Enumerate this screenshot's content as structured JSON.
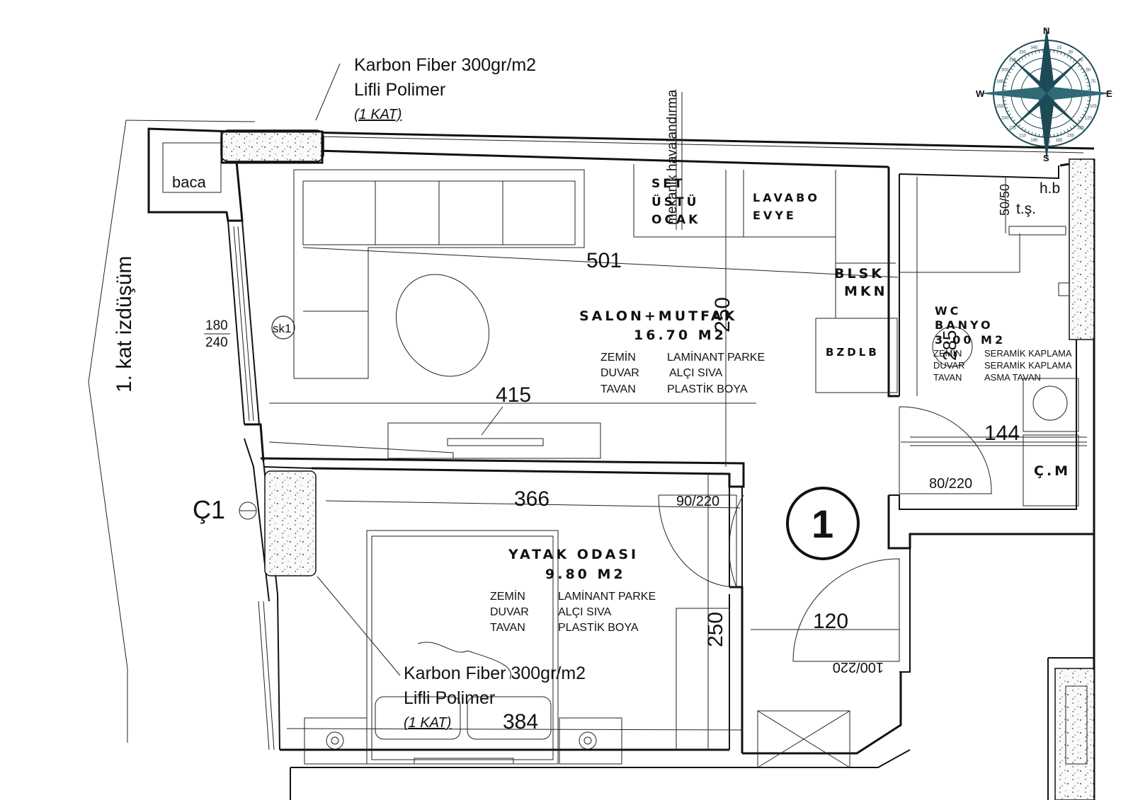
{
  "annotations": {
    "carbon_top_line1": "Karbon Fiber 300gr/m2",
    "carbon_top_line2": "Lifli Polimer",
    "carbon_top_line3": "(1 KAT)",
    "carbon_bottom_line1": "Karbon Fiber 300gr/m2",
    "carbon_bottom_line2": "Lifli Polimer",
    "carbon_bottom_line3": "(1 KAT)",
    "projection": "1. kat izdüşüm",
    "chimney": "baca",
    "ventilation": "mekanik havalandırma",
    "column_label": "Ç1",
    "column_tag": "sk1",
    "unit_number": "1"
  },
  "fixtures": {
    "hob_line1": "SET",
    "hob_line2": "ÜSTÜ",
    "hob_line3": "OCAK",
    "sink_line1": "LAVABO",
    "sink_line2": "EVYE",
    "dishwasher_line1": "BLSK",
    "dishwasher_line2": "MKN",
    "fridge": "BZDLB",
    "heater": "h.b",
    "toilet": "t.ş.",
    "washer": "Ç.M"
  },
  "rooms": {
    "salon": {
      "name": "SALON+MUTFAK",
      "area": "16.70 M2",
      "floor_label": "ZEMİN",
      "floor_value": "LAMİNANT PARKE",
      "wall_label": "DUVAR",
      "wall_value": "ALÇI SIVA",
      "ceiling_label": "TAVAN",
      "ceiling_value": "PLASTİK BOYA"
    },
    "bedroom": {
      "name": "YATAK ODASI",
      "area": "9.80 M2",
      "floor_label": "ZEMİN",
      "floor_value": "LAMİNANT PARKE",
      "wall_label": "DUVAR",
      "wall_value": "ALÇI SIVA",
      "ceiling_label": "TAVAN",
      "ceiling_value": "PLASTİK BOYA"
    },
    "bath": {
      "name_line1": "WC",
      "name_line2": "BANYO",
      "area": "3.00 M2",
      "floor_label": "ZEMİN",
      "floor_value": "SERAMİK KAPLAMA",
      "wall_label": "DUVAR",
      "wall_value": "SERAMİK KAPLAMA",
      "ceiling_label": "TAVAN",
      "ceiling_value": "ASMA TAVAN"
    }
  },
  "dimensions": {
    "salon_width": "501",
    "salon_height": "250",
    "tv_wall": "415",
    "bedroom_width": "366",
    "bedroom_height": "250",
    "bedroom_lower": "384",
    "hall": "120",
    "bath_width": "144",
    "bath_height": "285",
    "window_sk1_top": "180",
    "window_sk1_bottom": "240",
    "bath_window": "50/50",
    "door_bedroom": "90/220",
    "door_bath": "80/220",
    "door_entry": "100/220"
  },
  "compass": {
    "north": "N",
    "south": "S",
    "east": "E",
    "west": "W",
    "ticks": [
      "15",
      "30",
      "45",
      "60",
      "75",
      "90",
      "105",
      "120",
      "135",
      "150",
      "165",
      "180",
      "195",
      "210",
      "225",
      "240",
      "255",
      "270",
      "285",
      "300",
      "315",
      "330",
      "345"
    ]
  }
}
